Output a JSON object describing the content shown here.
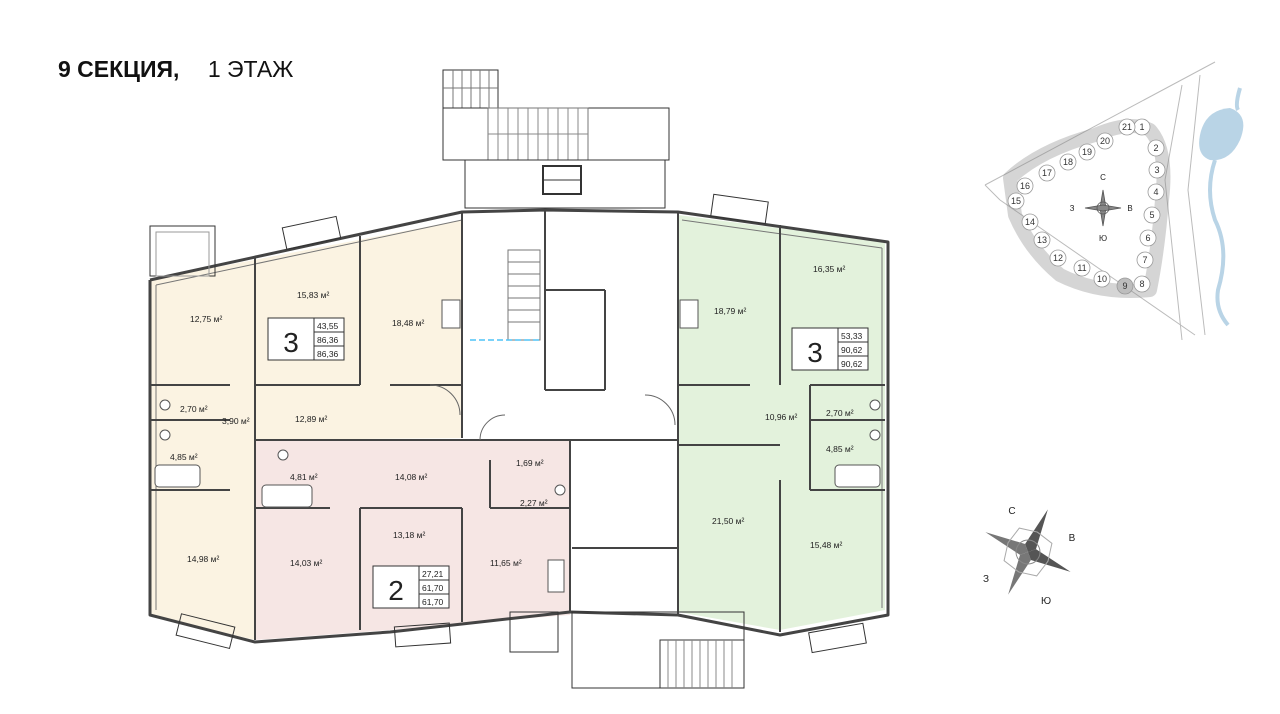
{
  "header": {
    "section": "9 СЕКЦИЯ,",
    "floor": "1 ЭТАЖ"
  },
  "apartments": [
    {
      "rooms": "3",
      "areas": [
        "43,55",
        "86,36",
        "86,36"
      ],
      "color": "#fbf3e2",
      "room_areas": [
        "12,75 м²",
        "15,83 м²",
        "18,48 м²",
        "2,70 м²",
        "3,90 м²",
        "12,89 м²",
        "4,85 м²",
        "14,98 м²"
      ]
    },
    {
      "rooms": "2",
      "areas": [
        "27,21",
        "61,70",
        "61,70"
      ],
      "color": "#f6e6e4",
      "room_areas": [
        "4,81 м²",
        "14,08 м²",
        "1,69 м²",
        "2,27 м²",
        "13,18 м²",
        "14,03 м²",
        "11,65 м²"
      ]
    },
    {
      "rooms": "3",
      "areas": [
        "53,33",
        "90,62",
        "90,62"
      ],
      "color": "#e3f2dc",
      "room_areas": [
        "18,79 м²",
        "16,35 м²",
        "10,96 м²",
        "2,70 м²",
        "4,85 м²",
        "21,50 м²",
        "15,48 м²"
      ]
    }
  ],
  "site_plan": {
    "section_numbers": [
      "1",
      "2",
      "3",
      "4",
      "5",
      "6",
      "7",
      "8",
      "9",
      "10",
      "11",
      "12",
      "13",
      "14",
      "15",
      "16",
      "17",
      "18",
      "19",
      "20",
      "21"
    ],
    "highlighted": "9",
    "highlight_color": "#bdbdbd",
    "compass": {
      "n": "С",
      "s": "Ю",
      "w": "З",
      "e": "В"
    }
  },
  "compass_large": {
    "n": "С",
    "s": "Ю",
    "w": "З",
    "e": "В"
  }
}
